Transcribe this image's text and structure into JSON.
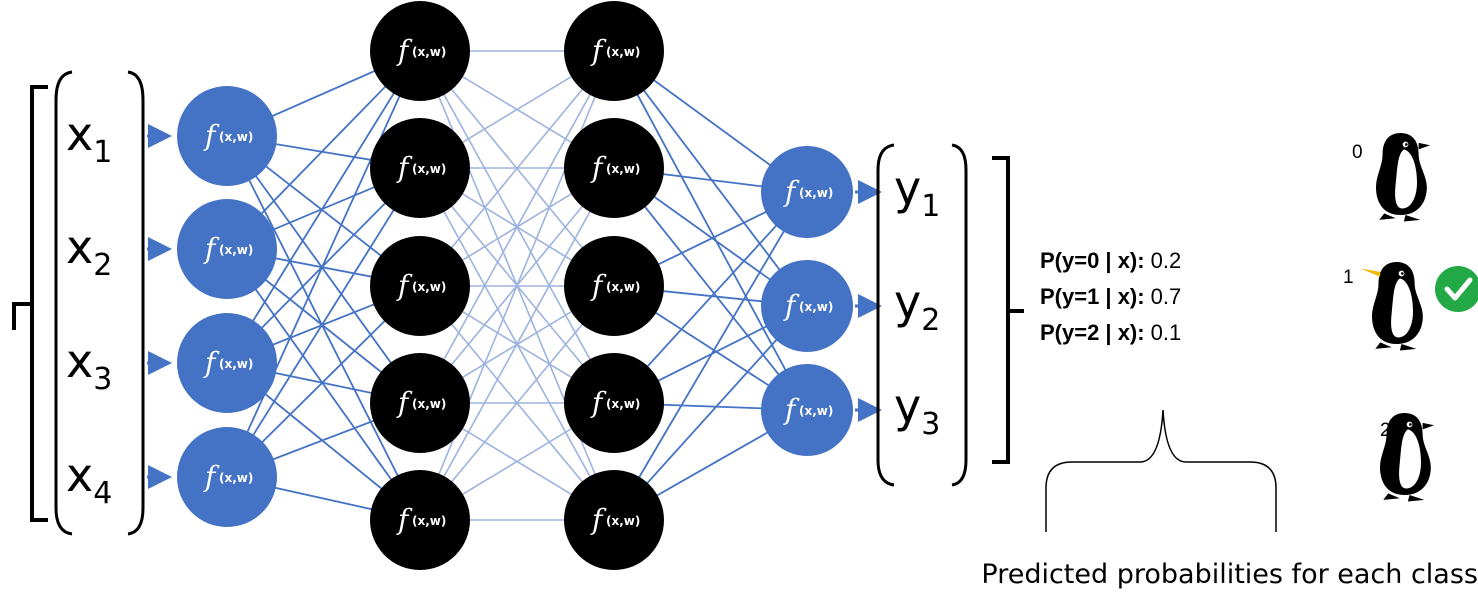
{
  "colors": {
    "blue_node": "#4472c4",
    "black_node": "#000000",
    "connection": "#4472c4",
    "connection_light": "#9db3df",
    "check_green": "#22a845",
    "beak": "#f2b800"
  },
  "node_function": {
    "symbol": "f",
    "args": "(x,w)"
  },
  "input_vector": [
    {
      "base": "x",
      "sub": "1"
    },
    {
      "base": "x",
      "sub": "2"
    },
    {
      "base": "x",
      "sub": "3"
    },
    {
      "base": "x",
      "sub": "4"
    }
  ],
  "output_vector": [
    {
      "base": "y",
      "sub": "1"
    },
    {
      "base": "y",
      "sub": "2"
    },
    {
      "base": "y",
      "sub": "3"
    }
  ],
  "layers": [
    {
      "kind": "input",
      "node_count": 4,
      "color": "blue"
    },
    {
      "kind": "hidden",
      "node_count": 5,
      "color": "black"
    },
    {
      "kind": "hidden",
      "node_count": 5,
      "color": "black"
    },
    {
      "kind": "output",
      "node_count": 3,
      "color": "blue"
    }
  ],
  "probabilities": [
    {
      "label": "P(y=0 | x):",
      "value": "0.2"
    },
    {
      "label": "P(y=1 | x):",
      "value": "0.7"
    },
    {
      "label": "P(y=2 | x):",
      "value": "0.1"
    }
  ],
  "caption": "Predicted probabilities for each class",
  "classes": [
    {
      "label": "0",
      "icon": "penguin-icon",
      "selected": false
    },
    {
      "label": "1",
      "icon": "penguin-icon",
      "selected": true
    },
    {
      "label": "2",
      "icon": "penguin-icon",
      "selected": false
    }
  ]
}
